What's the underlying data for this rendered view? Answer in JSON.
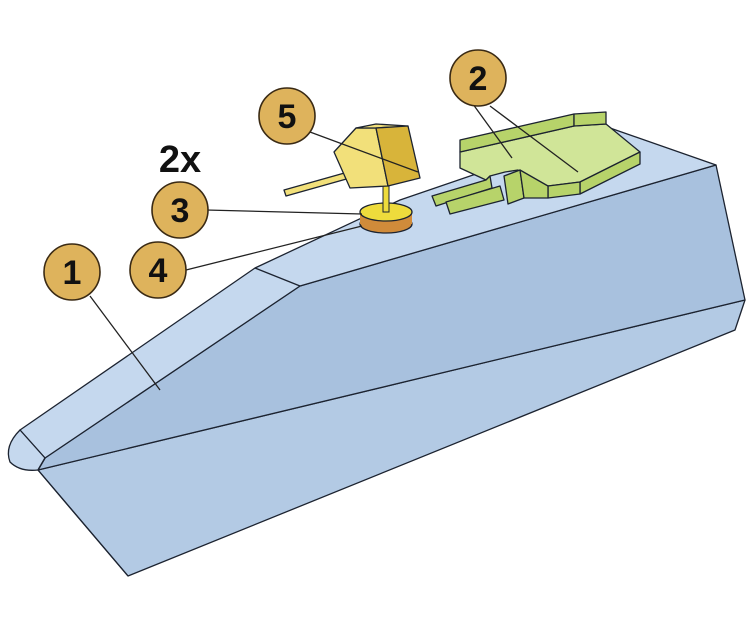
{
  "colors": {
    "hull_top": "#c5d8ee",
    "hull_side": "#b3cae4",
    "hull_dark": "#a8c1de",
    "deck_part": "#b7d36a",
    "deck_part_light": "#d0e598",
    "turret": "#f2e07a",
    "turret_dark": "#d8b43a",
    "barbette": "#eedb3c",
    "barbette_ring": "#d08b3a",
    "callout_fill": "#deb35c"
  },
  "multiplier_label": "2x",
  "callouts": [
    {
      "id": "1",
      "label": "1"
    },
    {
      "id": "2",
      "label": "2"
    },
    {
      "id": "3",
      "label": "3"
    },
    {
      "id": "4",
      "label": "4"
    },
    {
      "id": "5",
      "label": "5"
    }
  ]
}
